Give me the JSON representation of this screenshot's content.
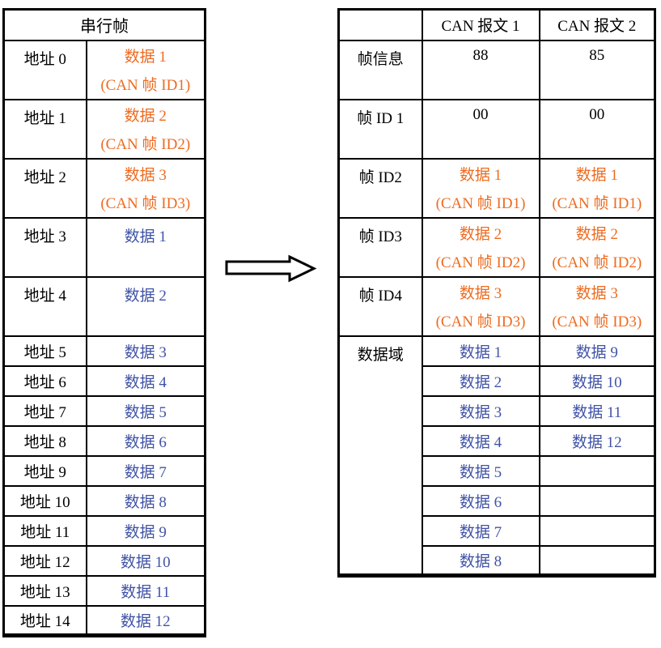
{
  "colors": {
    "orange": "#EE6B1F",
    "blue": "#4053A6",
    "border": "#000000",
    "background": "#FFFFFF"
  },
  "serial_table": {
    "title": "串行帧",
    "rows": [
      {
        "label": "地址 0",
        "value": "数据 1",
        "note": "(CAN 帧 ID1)"
      },
      {
        "label": "地址 1",
        "value": "数据 2",
        "note": "(CAN 帧 ID2)"
      },
      {
        "label": "地址 2",
        "value": "数据 3",
        "note": "(CAN 帧 ID3)"
      },
      {
        "label": "地址 3",
        "value": "数据 1"
      },
      {
        "label": "地址 4",
        "value": "数据 2"
      },
      {
        "label": "地址 5",
        "value": "数据 3"
      },
      {
        "label": "地址 6",
        "value": "数据 4"
      },
      {
        "label": "地址 7",
        "value": "数据 5"
      },
      {
        "label": "地址 8",
        "value": "数据 6"
      },
      {
        "label": "地址 9",
        "value": "数据 7"
      },
      {
        "label": "地址 10",
        "value": "数据 8"
      },
      {
        "label": "地址 11",
        "value": "数据 9"
      },
      {
        "label": "地址 12",
        "value": "数据 10"
      },
      {
        "label": "地址 13",
        "value": "数据 11"
      },
      {
        "label": "地址 14",
        "value": "数据 12"
      }
    ]
  },
  "can_table": {
    "headers": {
      "col1": "",
      "col2": "CAN 报文 1",
      "col3": "CAN 报文 2"
    },
    "info_rows": [
      {
        "label": "帧信息",
        "v1": "88",
        "v2": "85"
      },
      {
        "label": "帧 ID 1",
        "v1": "00",
        "v2": "00"
      }
    ],
    "id_rows": [
      {
        "label": "帧 ID2",
        "v1": "数据 1",
        "n1": "(CAN 帧 ID1)",
        "v2": "数据 1",
        "n2": "(CAN 帧 ID1)"
      },
      {
        "label": "帧 ID3",
        "v1": "数据 2",
        "n1": "(CAN 帧 ID2)",
        "v2": "数据 2",
        "n2": "(CAN 帧 ID2)"
      },
      {
        "label": "帧 ID4",
        "v1": "数据 3",
        "n1": "(CAN 帧 ID3)",
        "v2": "数据 3",
        "n2": "(CAN 帧 ID3)"
      }
    ],
    "data_field": {
      "label": "数据域",
      "rows": [
        {
          "v1": "数据 1",
          "v2": "数据 9"
        },
        {
          "v1": "数据 2",
          "v2": "数据 10"
        },
        {
          "v1": "数据 3",
          "v2": "数据 11"
        },
        {
          "v1": "数据 4",
          "v2": "数据 12"
        },
        {
          "v1": "数据 5",
          "v2": ""
        },
        {
          "v1": "数据 6",
          "v2": ""
        },
        {
          "v1": "数据 7",
          "v2": ""
        },
        {
          "v1": "数据 8",
          "v2": ""
        }
      ]
    }
  }
}
